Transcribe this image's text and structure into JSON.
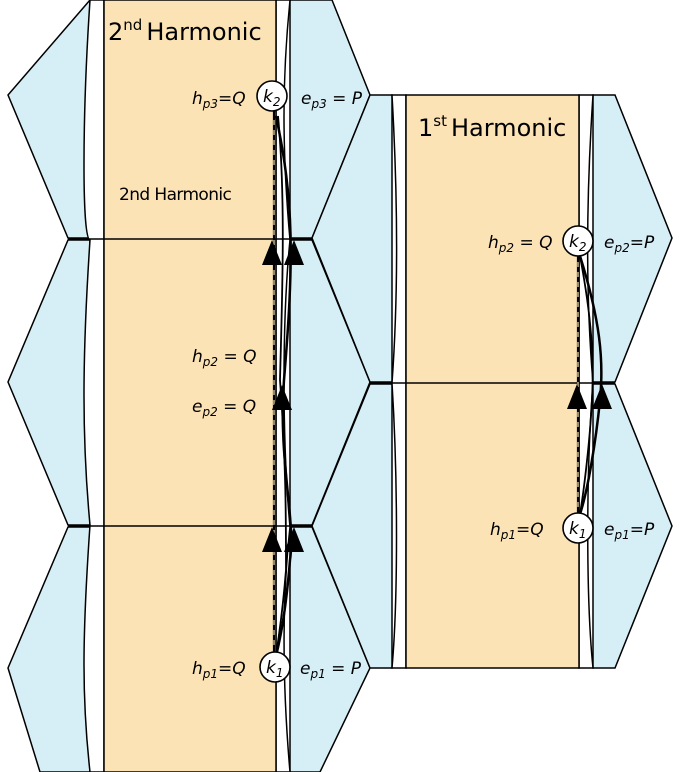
{
  "panels": {
    "left": {
      "title_number": "2",
      "title_suffix": "nd",
      "title_word": "Harmonic",
      "mid_note": "2nd Harmonic",
      "node_top": {
        "base": "k",
        "sub": "2"
      },
      "node_bottom": {
        "base": "k",
        "sub": "1"
      },
      "eq_top_left": {
        "var": "h",
        "sub": "p3",
        "rhs": "Q"
      },
      "eq_top_right": {
        "var": "e",
        "sub": "p3",
        "rhs": "P"
      },
      "eq_mid_upper": {
        "var": "h",
        "sub": "p2",
        "rhs": "Q"
      },
      "eq_mid_lower": {
        "var": "e",
        "sub": "p2",
        "rhs": "Q"
      },
      "eq_bottom_left": {
        "var": "h",
        "sub": "p1",
        "rhs": "Q"
      },
      "eq_bottom_right": {
        "var": "e",
        "sub": "p1",
        "rhs": "P"
      }
    },
    "right": {
      "title_number": "1",
      "title_suffix": "st",
      "title_word": "Harmonic",
      "node_top": {
        "base": "k",
        "sub": "2"
      },
      "node_bottom": {
        "base": "k",
        "sub": "1"
      },
      "eq_top_left": {
        "var": "h",
        "sub": "p2",
        "rhs": "Q"
      },
      "eq_top_right": {
        "var": "e",
        "sub": "p2",
        "rhs": "P"
      },
      "eq_bottom_left": {
        "var": "h",
        "sub": "p1",
        "rhs": "Q"
      },
      "eq_bottom_right": {
        "var": "e",
        "sub": "p1",
        "rhs": "P"
      }
    }
  },
  "colors": {
    "band_fill": "#fbe3b5",
    "hex_fill": "#d6eef5",
    "line": "#000000",
    "gap_fill": "#ffffff",
    "path_dashed": "#fbe3b5"
  }
}
